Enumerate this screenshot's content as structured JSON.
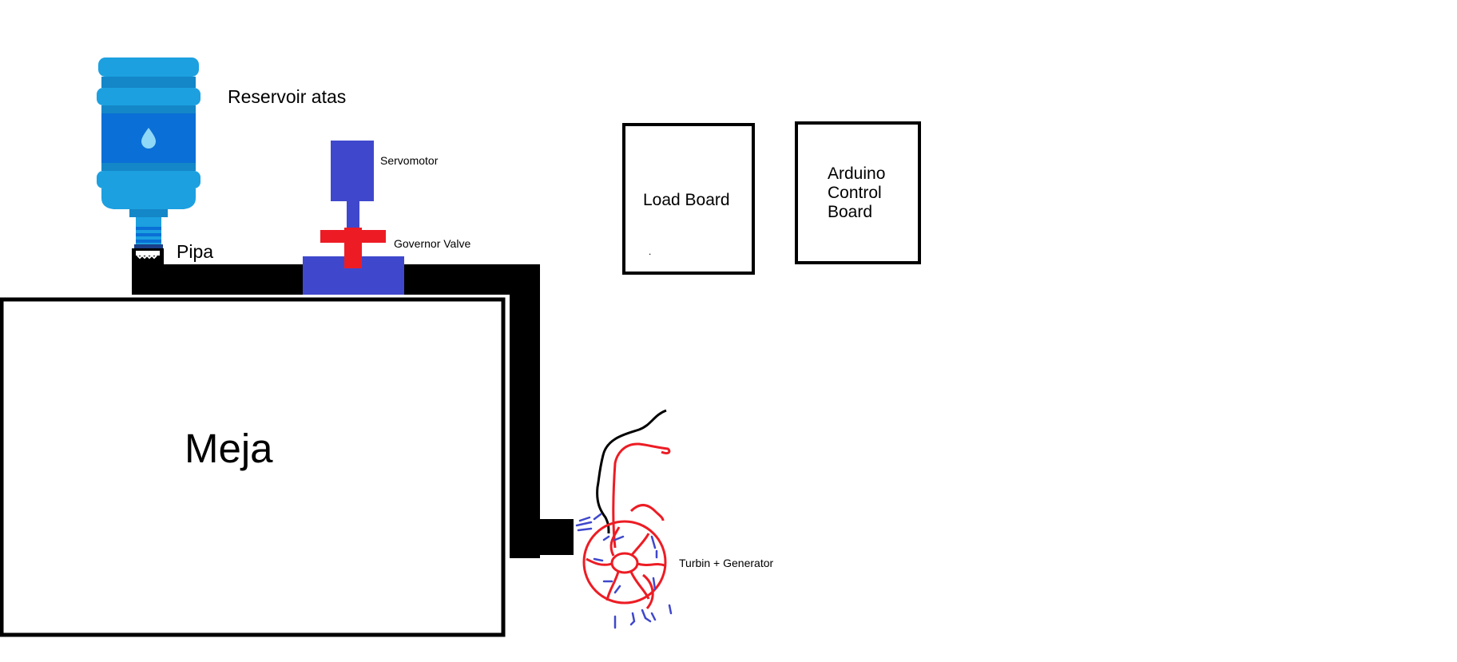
{
  "labels": {
    "reservoir": "Reservoir atas",
    "pipa": "Pipa",
    "servomotor": "Servomotor",
    "governor_valve": "Governor Valve",
    "load_board": "Load Board",
    "arduino_lines": [
      "Arduino",
      "Control",
      "Board"
    ],
    "meja": "Meja",
    "turbine": "Turbin + Generator",
    "stray_dot": "."
  },
  "colors": {
    "reservoir_light": "#1ca0e0",
    "reservoir_mid": "#0a8ad0",
    "reservoir_dark": "#0a6fd6",
    "reservoir_band": "#1487c8",
    "water_drop": "#8fd8f7",
    "pipe": "#000000",
    "servo_blue": "#3f48cc",
    "valve_red": "#ed1c24",
    "turbine_red": "#ed1c24",
    "splash_blue": "#3f48cc",
    "box_border": "#000000"
  },
  "icons": {
    "reservoir": "water-gallon-icon",
    "drop": "water-drop-icon",
    "turbine": "turbine-wheel-icon"
  }
}
